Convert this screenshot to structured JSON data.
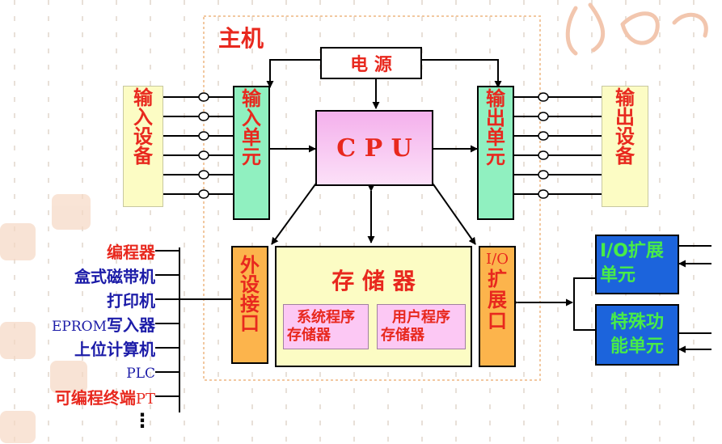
{
  "colors": {
    "red": "#e8281e",
    "blue": "#1c1ca8",
    "green": "#90f0c0",
    "cpu_pink": "#fcc8f4",
    "orange": "#fcb44c",
    "cream": "#fcfcc4",
    "io_blue": "#1c64dc",
    "io_green_text": "#48ec48"
  },
  "title": "主机",
  "power": "电 源",
  "cpu": "C P U",
  "input_device": [
    "输",
    "入",
    "设",
    "备"
  ],
  "input_unit": [
    "输",
    "入",
    "单",
    "元"
  ],
  "output_unit": [
    "输",
    "出",
    "单",
    "元"
  ],
  "output_device": [
    "输",
    "出",
    "设",
    "备"
  ],
  "peripheral_interface": [
    "外",
    "设",
    "接",
    "口"
  ],
  "memory": {
    "title": "存 储 器",
    "system": [
      "系统程序",
      "存储器"
    ],
    "user": [
      "用户程序",
      "存储器"
    ]
  },
  "io_port": {
    "top": "I/O",
    "chars": [
      "扩",
      "展",
      "口"
    ]
  },
  "io_expansion": {
    "line1": "I/O扩展",
    "line2": "单元"
  },
  "special_function": {
    "line1": "特殊功",
    "line2": "能单元"
  },
  "peripherals": [
    {
      "text": "编程器",
      "color": "red"
    },
    {
      "text": "盒式磁带机",
      "color": "blue"
    },
    {
      "text": "打印机",
      "color": "blue"
    },
    {
      "prefix": "EPROM",
      "text": "写入器",
      "color": "blue"
    },
    {
      "text": "上位计算机",
      "color": "blue"
    },
    {
      "prefix": "PLC",
      "text": "",
      "color": "blue"
    },
    {
      "text": "可编程终端",
      "suffix": "PT",
      "color": "red"
    }
  ],
  "ellipsis": "⋮"
}
